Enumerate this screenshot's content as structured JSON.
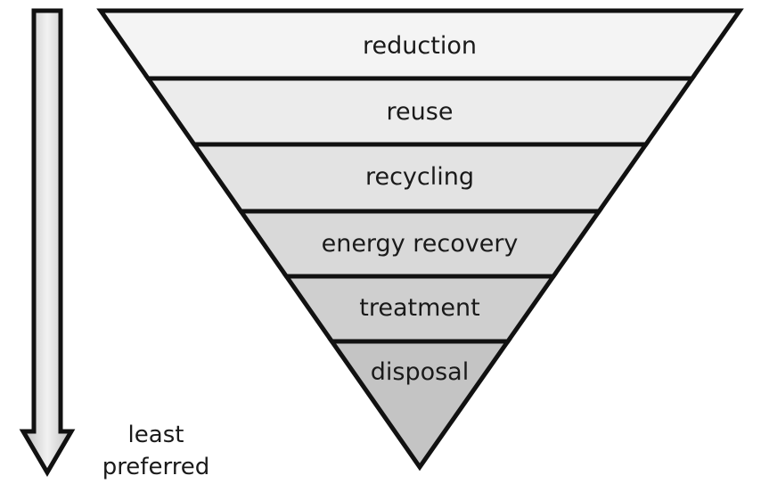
{
  "hierarchy": {
    "tiers": [
      {
        "label": "reduction",
        "fill": "#f4f4f4"
      },
      {
        "label": "reuse",
        "fill": "#ececec"
      },
      {
        "label": "recycling",
        "fill": "#e3e3e3"
      },
      {
        "label": "energy recovery",
        "fill": "#d9d9d9"
      },
      {
        "label": "treatment",
        "fill": "#cfcfcf"
      },
      {
        "label": "disposal",
        "fill": "#c4c4c4"
      }
    ],
    "outline_color": "#111111"
  },
  "arrow": {
    "label_line1": "least",
    "label_line2": "preferred",
    "fill": "#dcdcdc"
  }
}
